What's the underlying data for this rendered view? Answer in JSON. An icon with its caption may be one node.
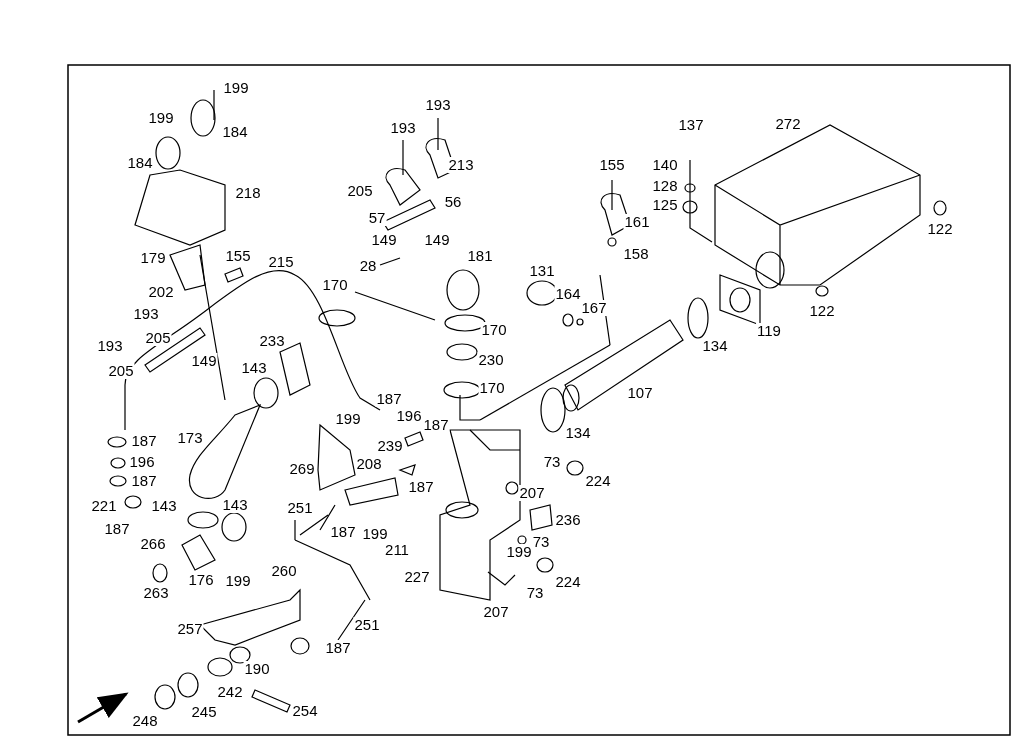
{
  "diagram": {
    "labels": [
      "199",
      "193",
      "137",
      "272",
      "199",
      "184",
      "193",
      "213",
      "155",
      "140",
      "184",
      "128",
      "205",
      "218",
      "56",
      "125",
      "161",
      "57",
      "122",
      "149",
      "149",
      "158",
      "181",
      "179",
      "155",
      "215",
      "28",
      "131",
      "170",
      "202",
      "164",
      "167",
      "122",
      "193",
      "205",
      "170",
      "119",
      "233",
      "193",
      "134",
      "149",
      "230",
      "143",
      "205",
      "170",
      "107",
      "187",
      "196",
      "199",
      "187",
      "134",
      "173",
      "187",
      "239",
      "196",
      "208",
      "73",
      "269",
      "187",
      "224",
      "187",
      "207",
      "221",
      "143",
      "143",
      "251",
      "187",
      "236",
      "199",
      "187",
      "73",
      "266",
      "211",
      "199",
      "176",
      "227",
      "224",
      "263",
      "199",
      "260",
      "73",
      "207",
      "251",
      "257",
      "187",
      "190",
      "242",
      "248",
      "245",
      "254"
    ]
  }
}
